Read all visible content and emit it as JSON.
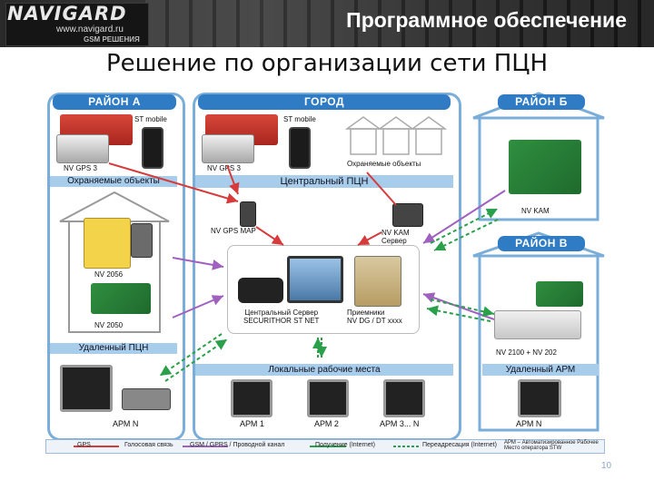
{
  "header": {
    "logo_text": "NAVIGARD",
    "logo_url": "www.navigard.ru",
    "logo_sub": "GSM РЕШЕНИЯ",
    "title": "Программное обеспечение"
  },
  "slide_title": "Решение по организации сети ПЦН",
  "zones": {
    "rayon_a": {
      "title": "РАЙОН А",
      "devices": [
        "ST mobile",
        "NV GPS 3"
      ],
      "bar": "Охраняемые объекты",
      "house_devices": [
        "NV 2056",
        "NV 2050"
      ],
      "bottom_bar": "Удаленный ПЦН",
      "arm": "АРМ N"
    },
    "gorod": {
      "title": "ГОРОД",
      "devices": [
        "ST mobile",
        "NV GPS 3"
      ],
      "objects_label": "Охраняемые объекты",
      "bar": "Центральный ПЦН",
      "gps_map": "NV GPS MAP",
      "kam_server": "NV KAM\nСервер",
      "central_server": "Центральный Сервер\nSECURITHOR ST NET",
      "receivers": "Приемники\nNV DG / DT xxxx",
      "local_bar": "Локальные рабочие места",
      "arms": [
        "АРМ 1",
        "АРМ 2",
        "АРМ 3... N"
      ]
    },
    "rayon_b": {
      "title": "РАЙОН Б",
      "device": "NV KAM"
    },
    "rayon_v": {
      "title": "РАЙОН В",
      "devices": "NV 2100 + NV 202",
      "bar": "Удаленный АРМ",
      "arm": "АРМ N"
    }
  },
  "legend": [
    {
      "label": "GPS",
      "text": "Голосовая связь",
      "color": "#d63a3a"
    },
    {
      "text": "GSM / GPRS / Проводной канал",
      "color": "#a060c0"
    },
    {
      "text": "Получение (Internet)",
      "color": "#2aa04a"
    },
    {
      "text": "Переадресация (Internet)",
      "color": "#2aa04a"
    },
    {
      "text": "АРМ – Автоматизированное Рабочее Место оператора STW"
    }
  ],
  "page_number": "10",
  "colors": {
    "zone_border": "#7aaed8",
    "zone_title": "#2f7cc4",
    "bar": "#a7cdea",
    "red_arrow": "#d63a3a",
    "purple_arrow": "#a060c0",
    "green_arrow": "#2aa04a"
  }
}
